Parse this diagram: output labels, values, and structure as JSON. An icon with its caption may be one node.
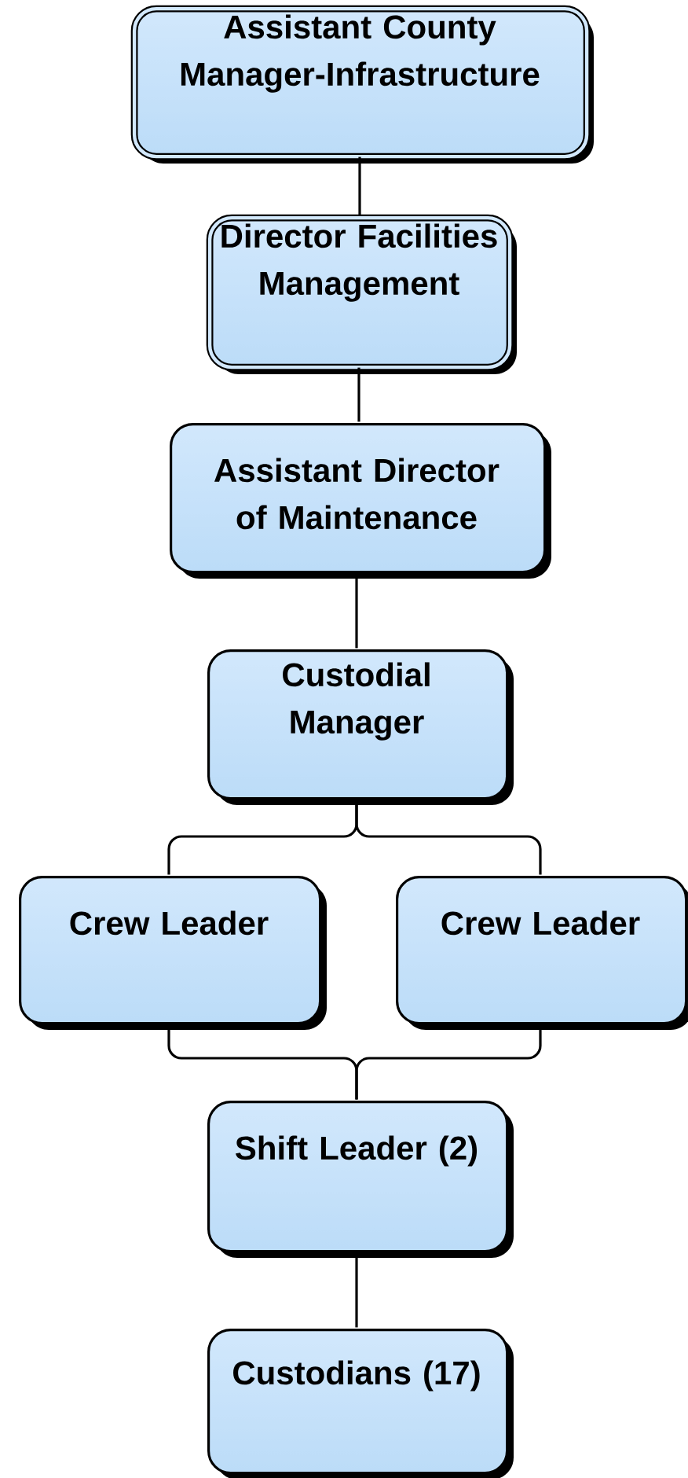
{
  "diagram": {
    "nodes": [
      {
        "text": [
          "Assistant County Manager-Infrastructure"
        ]
      },
      {
        "text": [
          "Director Facilities Management"
        ]
      },
      {
        "text": [
          "Assistant Director of Maintenance"
        ]
      },
      {
        "text": [
          "Custodial Manager"
        ]
      },
      {
        "text": [
          "Crew Leader"
        ]
      },
      {
        "text": [
          "Crew Leader"
        ]
      },
      {
        "text": [
          "Shift Leader (2)"
        ]
      },
      {
        "text": [
          "Custodians (17)"
        ]
      }
    ],
    "edges": [
      {
        "from": 0,
        "to": 1,
        "arrow": "none"
      },
      {
        "from": 1,
        "to": 2,
        "arrow": "none"
      },
      {
        "from": 2,
        "to": 3,
        "arrow": "none"
      },
      {
        "from": 3,
        "to": 4,
        "arrow": "none"
      },
      {
        "from": 3,
        "to": 5,
        "arrow": "none"
      },
      {
        "from": 4,
        "to": 6,
        "arrow": "none"
      },
      {
        "from": 5,
        "to": 6,
        "arrow": "none"
      },
      {
        "from": 6,
        "to": 7,
        "arrow": "none"
      }
    ]
  }
}
